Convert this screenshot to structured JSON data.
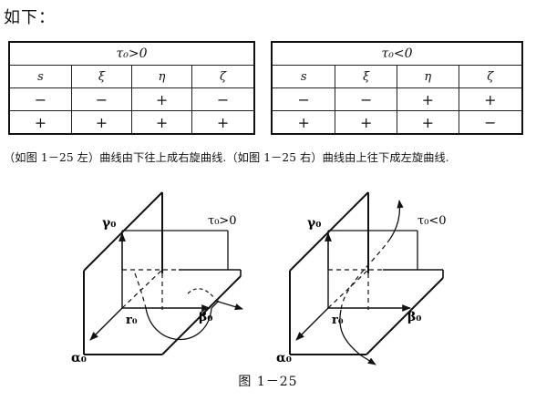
{
  "intro_text": "如下：",
  "tables": [
    {
      "condition": "τ₀>0",
      "headers": [
        "s",
        "ξ",
        "η",
        "ζ"
      ],
      "rows": [
        [
          "−",
          "−",
          "+",
          "−"
        ],
        [
          "+",
          "+",
          "+",
          "+"
        ]
      ]
    },
    {
      "condition": "τ₀<0",
      "headers": [
        "s",
        "ξ",
        "η",
        "ζ"
      ],
      "rows": [
        [
          "−",
          "−",
          "+",
          "+"
        ],
        [
          "+",
          "+",
          "+",
          "−"
        ]
      ]
    }
  ],
  "description": "（如图 1－25 左）曲线由下往上成右旋曲线.（如图 1－25 右）曲线由上往下成左旋曲线.",
  "figure": {
    "left": {
      "gamma": "γ₀",
      "tau": "τ₀>0",
      "r": "r₀",
      "beta": "β₀",
      "alpha": "α₀"
    },
    "right": {
      "gamma": "γ₀",
      "tau": "τ₀<0",
      "r": "r₀",
      "beta": "β₀",
      "alpha": "α₀"
    }
  },
  "caption": "图 1－25"
}
